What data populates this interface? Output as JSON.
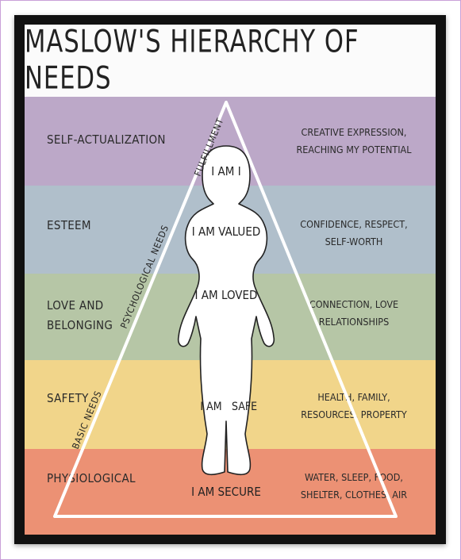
{
  "title": "MASLOW'S HIERARCHY OF NEEDS",
  "colors": {
    "frame": "#111111",
    "self_actualization": "#bca8c8",
    "esteem": "#b0bfcb",
    "love": "#b6c6a6",
    "safety": "#f1d58a",
    "physiological": "#ec9174"
  },
  "levels": [
    {
      "name": "SELF-ACTUALIZATION",
      "needs": [
        "CREATIVE EXPRESSION,",
        "REACHING MY POTENTIAL"
      ],
      "statement": "I AM I"
    },
    {
      "name": "ESTEEM",
      "needs": [
        "CONFIDENCE, RESPECT,",
        "SELF-WORTH"
      ],
      "statement": "I AM VALUED"
    },
    {
      "name_lines": [
        "LOVE AND",
        "BELONGING"
      ],
      "needs": [
        "CONNECTION, LOVE",
        "RELATIONSHIPS"
      ],
      "statement": "I AM LOVED"
    },
    {
      "name": "SAFETY",
      "needs": [
        "HEALTH, FAMILY,",
        "RESOURCES, PROPERTY"
      ],
      "statement_left": "I AM",
      "statement_right": "SAFE"
    },
    {
      "name": "PHYSIOLOGICAL",
      "needs": [
        "WATER, SLEEP, FOOD,",
        "SHELTER, CLOTHES, AIR"
      ],
      "statement": "I AM SECURE"
    }
  ],
  "side_labels": {
    "fulfillment": "FULFILLMENT",
    "psychological": "PSYCHOLOGICAL NEEDS",
    "basic": "BASIC NEEDS"
  }
}
